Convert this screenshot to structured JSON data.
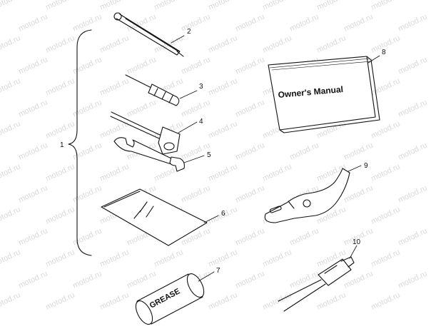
{
  "watermark": "motod.ru",
  "parts": [
    {
      "id": "1",
      "label": "1"
    },
    {
      "id": "2",
      "label": "2"
    },
    {
      "id": "3",
      "label": "3"
    },
    {
      "id": "4",
      "label": "4"
    },
    {
      "id": "5",
      "label": "5"
    },
    {
      "id": "6",
      "label": "6"
    },
    {
      "id": "7",
      "label": "7"
    },
    {
      "id": "8",
      "label": "8"
    },
    {
      "id": "9",
      "label": "9"
    },
    {
      "id": "10",
      "label": "10"
    }
  ],
  "manual": {
    "title": "Owner's Manual"
  },
  "grease": {
    "text": "GREASE"
  }
}
